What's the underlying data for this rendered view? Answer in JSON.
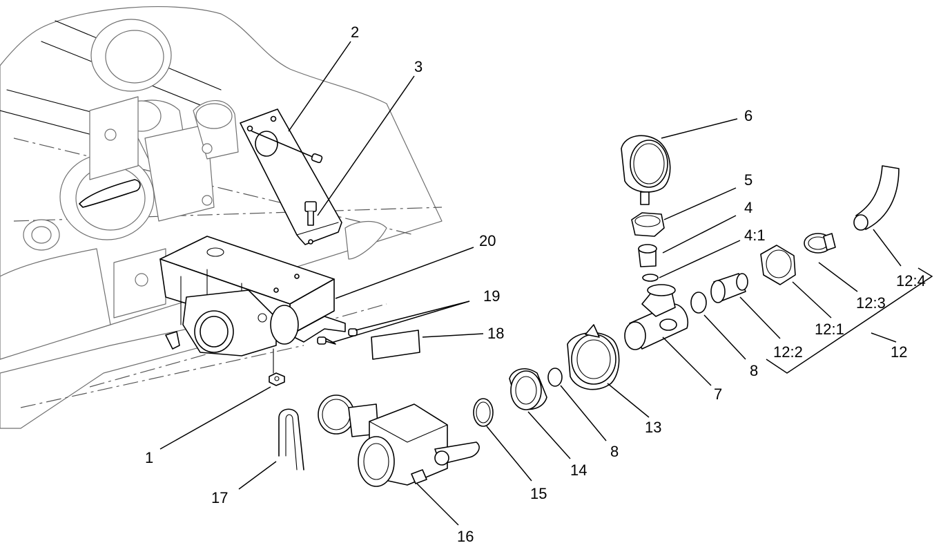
{
  "callouts": [
    {
      "id": "c1",
      "text": "1"
    },
    {
      "id": "c2",
      "text": "2"
    },
    {
      "id": "c3",
      "text": "3"
    },
    {
      "id": "c4",
      "text": "4"
    },
    {
      "id": "c4-1",
      "text": "4:1"
    },
    {
      "id": "c5",
      "text": "5"
    },
    {
      "id": "c6",
      "text": "6"
    },
    {
      "id": "c7",
      "text": "7"
    },
    {
      "id": "c8a",
      "text": "8"
    },
    {
      "id": "c8b",
      "text": "8"
    },
    {
      "id": "c12",
      "text": "12"
    },
    {
      "id": "c12-1",
      "text": "12:1"
    },
    {
      "id": "c12-2",
      "text": "12:2"
    },
    {
      "id": "c12-3",
      "text": "12:3"
    },
    {
      "id": "c12-4",
      "text": "12:4"
    },
    {
      "id": "c13",
      "text": "13"
    },
    {
      "id": "c14",
      "text": "14"
    },
    {
      "id": "c15",
      "text": "15"
    },
    {
      "id": "c16",
      "text": "16"
    },
    {
      "id": "c17",
      "text": "17"
    },
    {
      "id": "c18",
      "text": "18"
    },
    {
      "id": "c19",
      "text": "19"
    },
    {
      "id": "c20",
      "text": "20"
    }
  ]
}
